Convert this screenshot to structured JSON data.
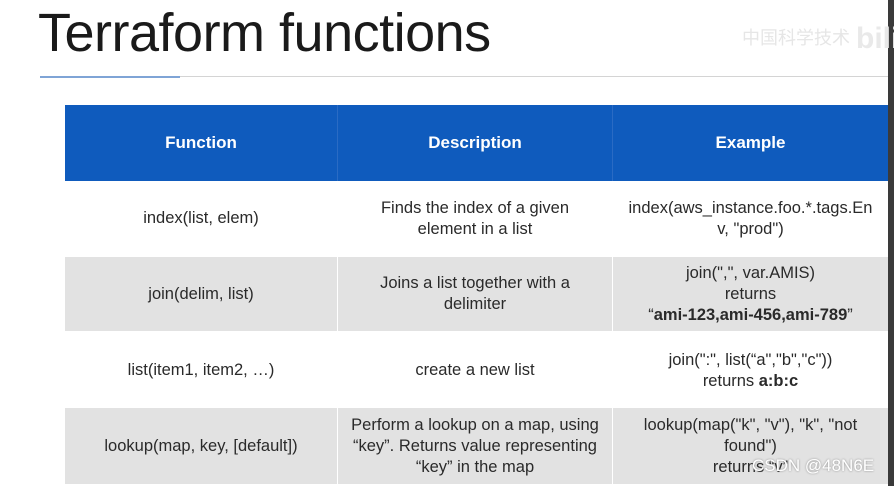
{
  "slide": {
    "title": "Terraform functions",
    "watermark_top_text": "中国科学技术",
    "watermark_top_logo": "bili",
    "watermark_bottom": "CSDN @48N6E"
  },
  "table": {
    "headers": [
      "Function",
      "Description",
      "Example"
    ],
    "rows": [
      {
        "function": "index(list, elem)",
        "description": [
          "Finds the index of a given",
          "element in a list"
        ],
        "example": [
          "index(aws_instance.foo.*.tags.En",
          "v, \"prod\")"
        ]
      },
      {
        "function": "join(delim, list)",
        "description": [
          "Joins a list together with a",
          "delimiter"
        ],
        "example": [
          "join(\",\", var.AMIS)",
          "returns",
          "“",
          "ami-123,ami-456,ami-789",
          "”"
        ]
      },
      {
        "function": "list(item1, item2, …)",
        "description": [
          "create a new list"
        ],
        "example": [
          "join(\":\", list(“a\",\"b\",\"c\"))",
          "returns ",
          "a:b:c"
        ]
      },
      {
        "function": "lookup(map, key, [default])",
        "description": [
          "Perform a lookup on a map, using",
          "“key”. Returns value representing",
          "“key” in the map"
        ],
        "example": [
          "lookup(map(\"k\", \"v\"), \"k\", \"not",
          "found\")",
          "returns “v”"
        ]
      }
    ]
  },
  "colors": {
    "header_bg": "#0f5bbd",
    "header_text": "#ffffff",
    "stripe_bg": "#e2e2e2",
    "title_accent": "#7fa4d6"
  }
}
